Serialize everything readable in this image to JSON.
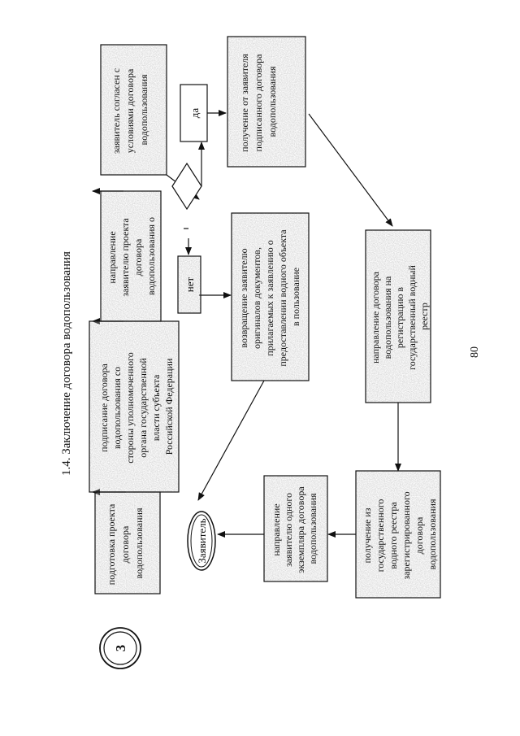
{
  "page": {
    "section_title": "1.4. Заключение договора водопользования",
    "page_number": "80"
  },
  "nodes": {
    "start": {
      "label": "3"
    },
    "prepare": {
      "lines": [
        "подготовка проекта",
        "договора",
        "водопользования"
      ]
    },
    "sign": {
      "lines": [
        "подписание договора",
        "водопользования со",
        "стороны уполномоченного",
        "органа государственной",
        "власти субъекта",
        "Российской Федерации"
      ]
    },
    "send_draft": {
      "lines": [
        "направление",
        "заявителю проекта",
        "договора",
        "водопользования о"
      ]
    },
    "applicant_agrees": {
      "lines": [
        "заявитель согласен с",
        "условиями договора",
        "водопользования"
      ]
    },
    "yes": {
      "label": "да"
    },
    "no": {
      "label": "нет"
    },
    "receive_signed": {
      "lines": [
        "получение от заявителя",
        "подписанного договора",
        "водопользования"
      ]
    },
    "return_docs": {
      "lines": [
        "возвращение заявителю",
        "оригиналов документов,",
        "прилагаемых к заявлению о",
        "предоставлении водного объекта",
        "в пользование"
      ]
    },
    "registry_send": {
      "lines": [
        "направление договора",
        "водопользования на",
        "регистрацию в",
        "государственный водный",
        "реестр"
      ]
    },
    "registry_receive": {
      "lines": [
        "получение из",
        "государственного",
        "водного реестра",
        "зарегистрированного",
        "договора",
        "водопользования"
      ]
    },
    "send_copy": {
      "lines": [
        "направление",
        "заявителю одного",
        "экземпляра договора",
        "водопользования"
      ]
    },
    "applicant": {
      "label": "Заявитель"
    }
  }
}
